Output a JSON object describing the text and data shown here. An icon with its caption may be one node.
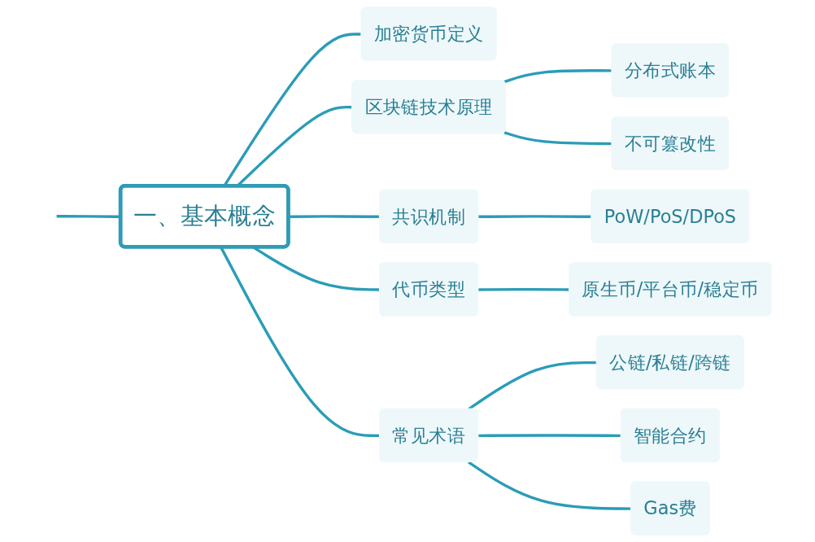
{
  "diagram": {
    "nodes": [
      {
        "text": [
          "一、基本概念"
        ]
      },
      {
        "text": [
          "加密货币定义"
        ]
      },
      {
        "text": [
          "区块链技术原理"
        ]
      },
      {
        "text": [
          "分布式账本"
        ]
      },
      {
        "text": [
          "不可篡改性"
        ]
      },
      {
        "text": [
          "共识机制"
        ]
      },
      {
        "text": [
          "PoW/PoS/DPoS"
        ]
      },
      {
        "text": [
          "代币类型"
        ]
      },
      {
        "text": [
          "原生币/平台币/稳定币"
        ]
      },
      {
        "text": [
          "常见术语"
        ]
      },
      {
        "text": [
          "公链/私链/跨链"
        ]
      },
      {
        "text": [
          "智能合约"
        ]
      },
      {
        "text": [
          "Gas费"
        ]
      }
    ],
    "edges": [
      {
        "from": null,
        "to": 0,
        "arrow": "none"
      },
      {
        "from": 0,
        "to": 1,
        "arrow": "none"
      },
      {
        "from": 0,
        "to": 2,
        "arrow": "none"
      },
      {
        "from": 2,
        "to": 3,
        "arrow": "none"
      },
      {
        "from": 2,
        "to": 4,
        "arrow": "none"
      },
      {
        "from": 0,
        "to": 5,
        "arrow": "none"
      },
      {
        "from": 5,
        "to": 6,
        "arrow": "none"
      },
      {
        "from": 0,
        "to": 7,
        "arrow": "none"
      },
      {
        "from": 7,
        "to": 8,
        "arrow": "none"
      },
      {
        "from": 0,
        "to": 9,
        "arrow": "none"
      },
      {
        "from": 9,
        "to": 10,
        "arrow": "none"
      },
      {
        "from": 9,
        "to": 11,
        "arrow": "none"
      },
      {
        "from": 9,
        "to": 12,
        "arrow": "none"
      }
    ]
  }
}
